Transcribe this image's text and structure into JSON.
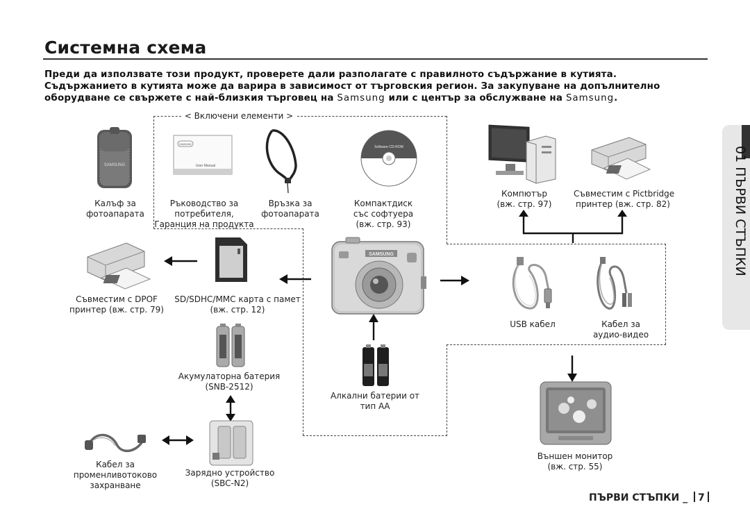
{
  "page": {
    "title": "Системна схема",
    "intro_line1": "Преди да използвате този продукт, проверете дали разполагате с правилното съдържание в кутията.",
    "intro_line2": "Съдържанието в кутията може да варира в зависимост от търговския регион. За закупуване на допълнително",
    "intro_line3a": "оборудване се свържете с най-близкия търговец на ",
    "intro_brand1": "Samsung",
    "intro_line3b": " или с център за обслужване на ",
    "intro_brand2": "Samsung",
    "intro_line3c": "."
  },
  "included_header": "< Включени елементи >",
  "labels": {
    "case": [
      "Калъф за",
      "фотоапарата"
    ],
    "manual": [
      "Ръководство за",
      "потребителя,",
      "Гаранция на продукта"
    ],
    "strap": [
      "Връзка за",
      "фотоапарата"
    ],
    "cd": [
      "Компактдиск",
      "със софтуера",
      "(вж. стр. 93)"
    ],
    "computer": [
      "Компютър",
      "(вж. стр. 97)"
    ],
    "pictbridge": [
      "Съвместим с Pictbridge",
      "принтер (вж. стр. 82)"
    ],
    "dpof": [
      "Съвместим с DPOF",
      "принтер (вж. стр. 79)"
    ],
    "card": [
      "SD/SDHC/MMC карта с памет",
      "(вж. стр. 12)"
    ],
    "usb": [
      "USB кабел"
    ],
    "av": [
      "Кабел за",
      "аудио-видео"
    ],
    "rechargeable": [
      "Акумулаторна батерия",
      "(SNB-2512)"
    ],
    "alkaline": [
      "Алкални батерии от",
      "тип АА"
    ],
    "ac_cable": [
      "Кабел за",
      "променливотоково",
      "захранване"
    ],
    "charger": [
      "Зарядно устройство",
      "(SBC-N2)"
    ],
    "monitor": [
      "Външен монитор",
      "(вж. стр. 55)"
    ]
  },
  "product_text": {
    "manual_brand": "SAMSUNG",
    "manual_title": "User Manual",
    "cd_text": "Software CD-ROM",
    "camera_brand": "SAMSUNG",
    "case_brand": "SAMSUNG"
  },
  "side_tab": {
    "text": "01 ПЪРВИ СТЪПКИ"
  },
  "footer": {
    "section": "ПЪРВИ СТЪПКИ _",
    "page": "7"
  }
}
